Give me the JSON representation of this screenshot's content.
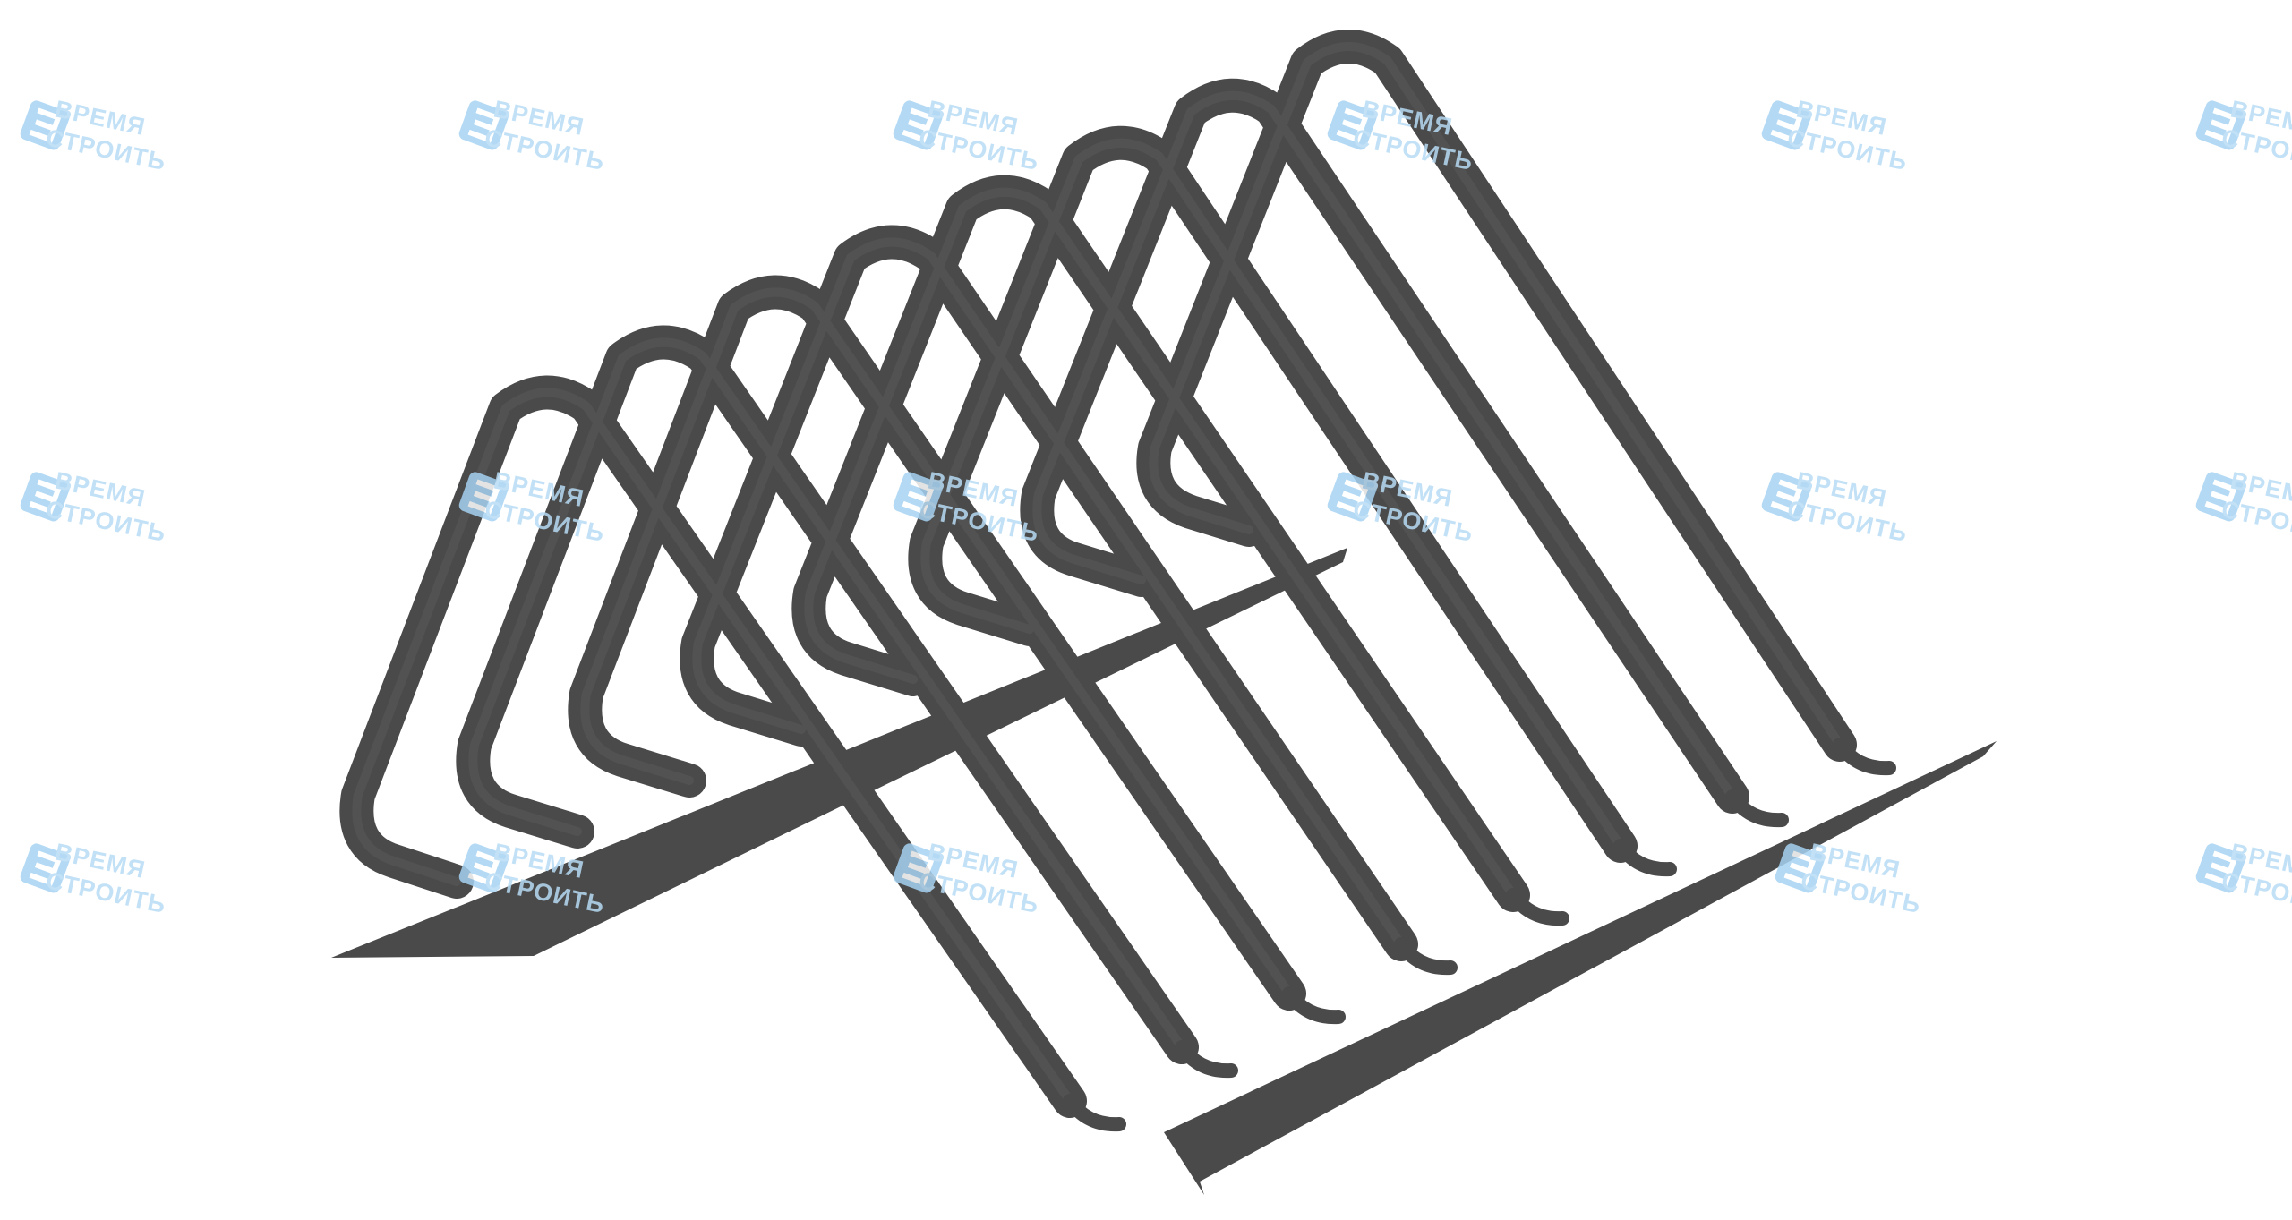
{
  "scene": {
    "subject": "bicycle-rack",
    "background_color": "#ffffff",
    "metal_color": "#4a4a4a",
    "metal_edge_color": "#2c2c2c"
  },
  "watermark": {
    "line1": "ВРЕМЯ",
    "line2": "СТРОИТЬ",
    "icon": "logo-e-icon",
    "color": "#b8dcf5",
    "icon_color": "#a6d3f3"
  }
}
